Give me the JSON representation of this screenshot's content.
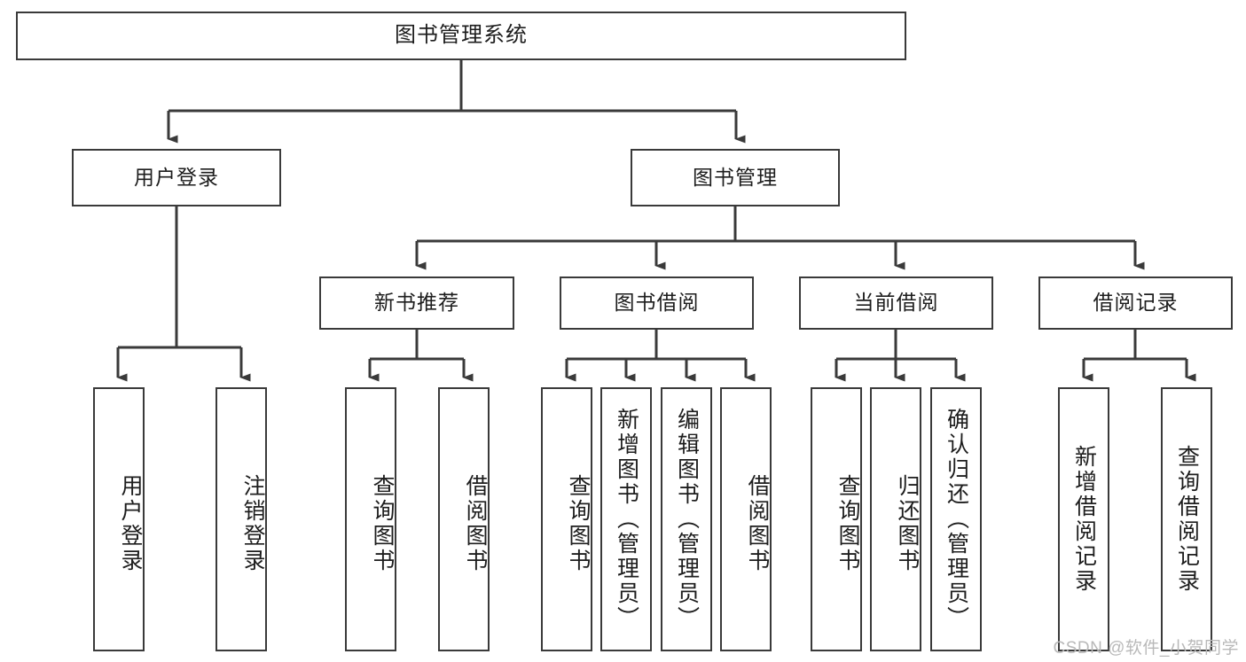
{
  "diagram": {
    "type": "tree",
    "title": "图书管理系统",
    "root": {
      "label": "图书管理系统"
    },
    "level2": [
      {
        "label": "用户登录"
      },
      {
        "label": "图书管理"
      }
    ],
    "level3": [
      {
        "label": "新书推荐"
      },
      {
        "label": "图书借阅"
      },
      {
        "label": "当前借阅"
      },
      {
        "label": "借阅记录"
      }
    ],
    "leaves": {
      "user_login": [
        {
          "label": "用户登录"
        },
        {
          "label": "注销登录"
        }
      ],
      "new_book_recommend": [
        {
          "label": "查询图书"
        },
        {
          "label": "借阅图书"
        }
      ],
      "book_borrow": [
        {
          "label": "查询图书"
        },
        {
          "label": "新增图书（管理员）"
        },
        {
          "label": "编辑图书（管理员）"
        },
        {
          "label": "借阅图书"
        }
      ],
      "current_borrow": [
        {
          "label": "查询图书"
        },
        {
          "label": "归还图书"
        },
        {
          "label": "确认归还（管理员）"
        }
      ],
      "borrow_record": [
        {
          "label": "新增借阅记录"
        },
        {
          "label": "查询借阅记录"
        }
      ]
    }
  },
  "watermark": {
    "text": "CSDN @软件_小贺同学"
  },
  "colors": {
    "stroke": "#3a3a3a",
    "text": "#1d1d1d",
    "background": "#ffffff",
    "watermark": "#b9b9b9"
  }
}
